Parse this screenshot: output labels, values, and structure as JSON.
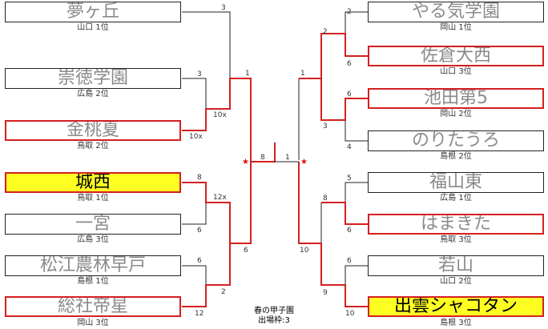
{
  "left": [
    {
      "name": "夢ヶ丘",
      "sub": "山口 1位"
    },
    {
      "name": "崇徳学園",
      "sub": "広島 2位"
    },
    {
      "name": "金桃夏",
      "sub": "鳥取 2位"
    },
    {
      "name": "城西",
      "sub": "鳥取 1位"
    },
    {
      "name": "一宮",
      "sub": "広島 3位"
    },
    {
      "name": "松江農林早戸",
      "sub": "島根 1位"
    },
    {
      "name": "総社帝星",
      "sub": "岡山 3位"
    }
  ],
  "right": [
    {
      "name": "やる気学園",
      "sub": "岡山 1位"
    },
    {
      "name": "佐倉大西",
      "sub": "山口 3位"
    },
    {
      "name": "池田第5",
      "sub": "岡山 2位"
    },
    {
      "name": "のりたうろ",
      "sub": "島根 2位"
    },
    {
      "name": "福山東",
      "sub": "広島 1位"
    },
    {
      "name": "はまきた",
      "sub": "鳥取 3位"
    },
    {
      "name": "若山",
      "sub": "山口 2位"
    },
    {
      "name": "出雲シャコタン",
      "sub": "島根 3位"
    }
  ],
  "scores": {
    "l1": "3",
    "l2": "3",
    "l3": "10x",
    "l4": "10x",
    "l5": "8",
    "l6": "12x",
    "l7": "6",
    "l8": "6",
    "l9": "2",
    "l10": "12",
    "l11": "1",
    "l12": "6",
    "l13": "8",
    "r1": "2",
    "r2": "2",
    "r3": "6",
    "r4": "6",
    "r5": "3",
    "r6": "4",
    "r7": "5",
    "r8": "8",
    "r9": "6",
    "r10": "6",
    "r11": "9",
    "r12": "10",
    "r13": "1",
    "r14": "10",
    "c1": "1"
  },
  "marks": {
    "left_star": "★",
    "right_star": "★"
  },
  "caption": {
    "line1": "春の甲子園",
    "line2": "出場枠:3"
  },
  "colors": {
    "win_line": "#d42020",
    "line": "#222222",
    "highlight": "#ffff22"
  }
}
